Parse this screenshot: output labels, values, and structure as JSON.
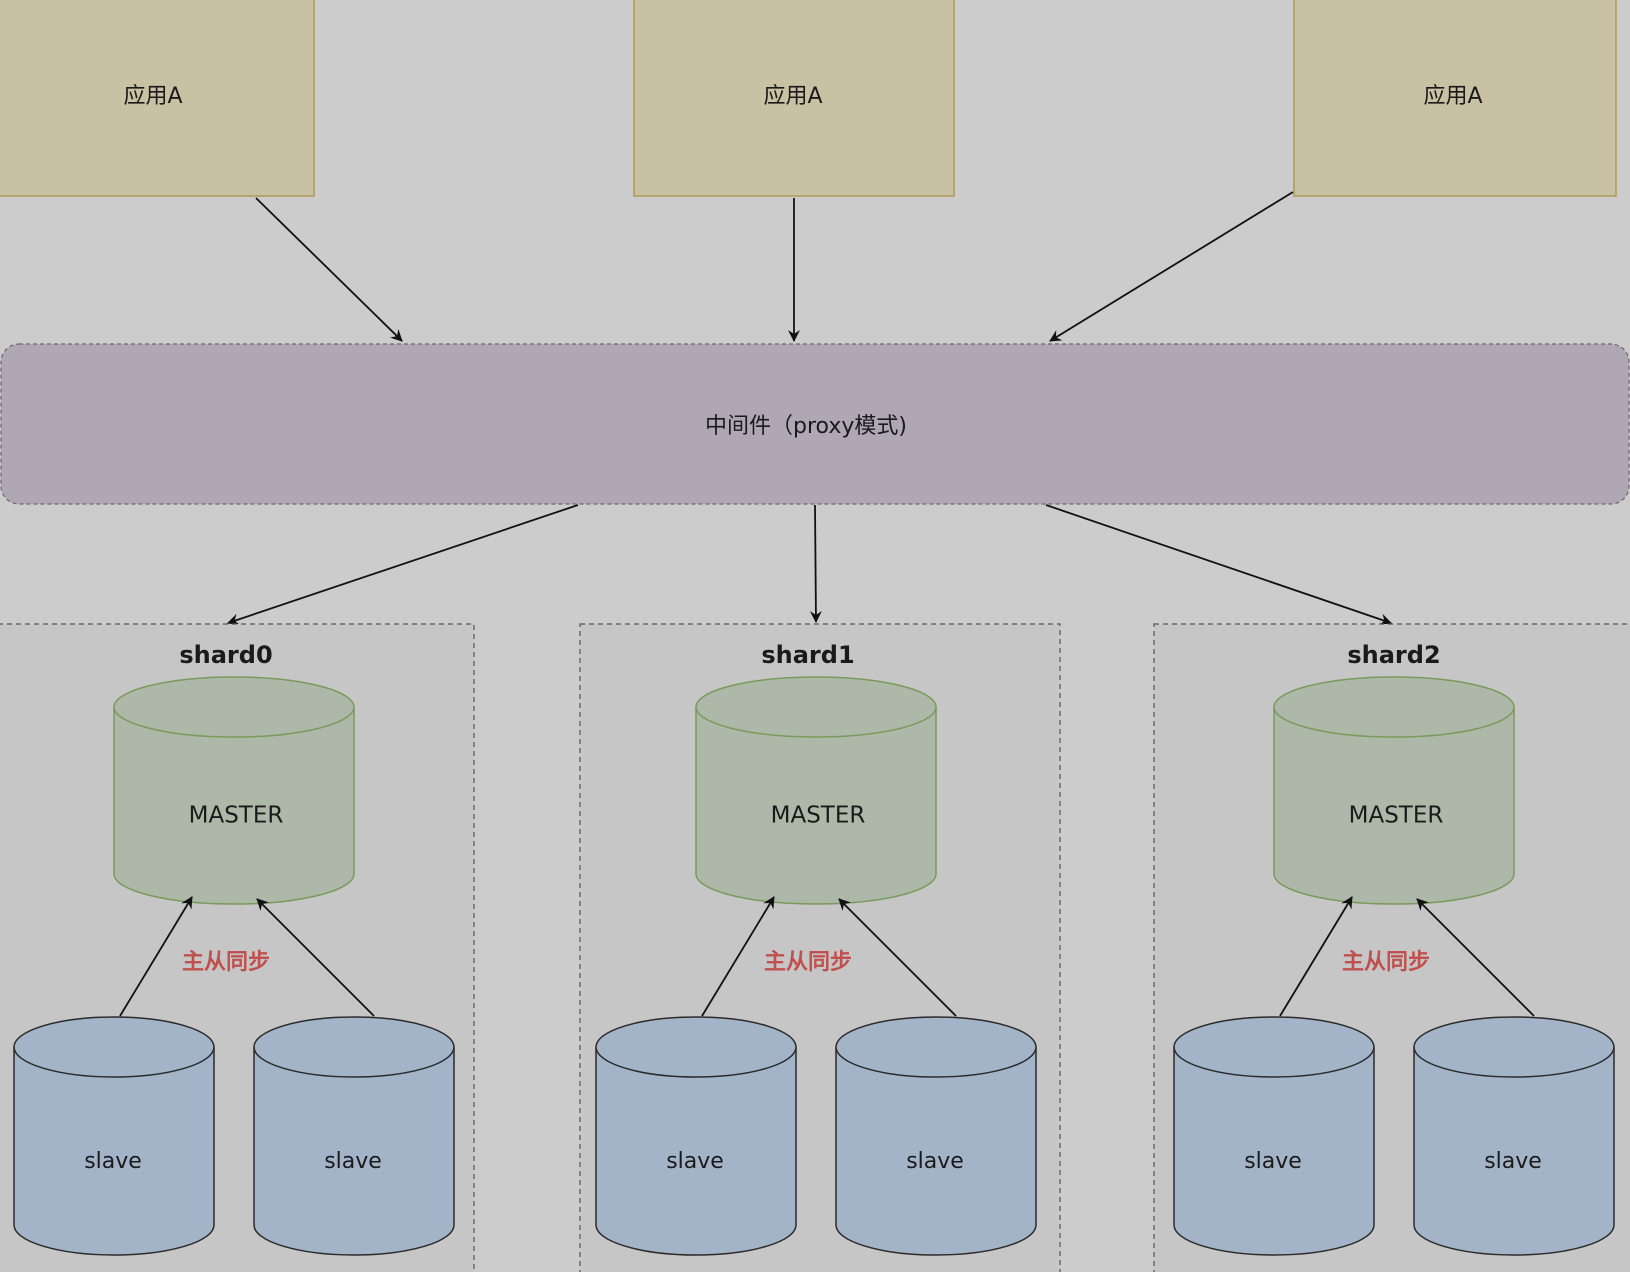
{
  "apps": [
    {
      "label": "应用A"
    },
    {
      "label": "应用A"
    },
    {
      "label": "应用A"
    }
  ],
  "proxy": {
    "label": "中间件（proxy模式)"
  },
  "shards": [
    {
      "title": "shard0",
      "master": "MASTER",
      "sync": "主从同步",
      "slaves": [
        "slave",
        "slave"
      ]
    },
    {
      "title": "shard1",
      "master": "MASTER",
      "sync": "主从同步",
      "slaves": [
        "slave",
        "slave"
      ]
    },
    {
      "title": "shard2",
      "master": "MASTER",
      "sync": "主从同步",
      "slaves": [
        "slave",
        "slave"
      ]
    }
  ],
  "colors": {
    "background": "#cccccc",
    "app_fill": "#c9c1a3",
    "app_stroke": "#b09a54",
    "proxy_fill": "#b0a7b5",
    "shard_fill": "#c6c6c6",
    "master_fill": "#adb8a9",
    "master_stroke": "#7a9a5c",
    "slave_fill": "#a4b4c8",
    "slave_stroke": "#2a2a2a",
    "sync_text": "#c0504d"
  }
}
